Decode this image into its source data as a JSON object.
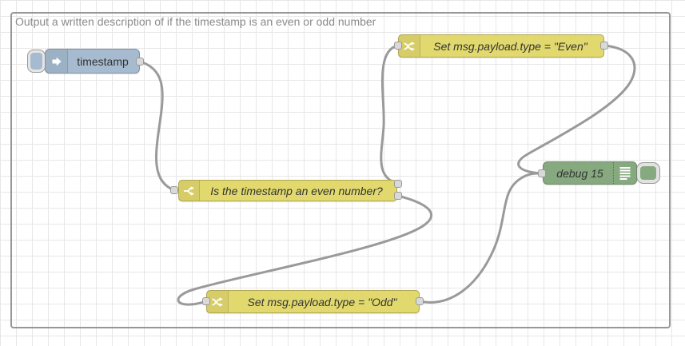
{
  "group": {
    "label": "Output a written description of if the timestamp is an even or odd number"
  },
  "nodes": {
    "inject": {
      "type": "inject",
      "label": "timestamp",
      "color": "#a6bbcf",
      "icon": "inject-arrow-icon"
    },
    "switch": {
      "type": "switch",
      "label": "Is the timestamp an even number?",
      "color": "#e2d96e",
      "icon": "switch-fork-icon",
      "outputs": 2
    },
    "change_even": {
      "type": "change",
      "label": "Set msg.payload.type = \"Even\"",
      "color": "#e2d96e",
      "icon": "change-shuffle-icon"
    },
    "change_odd": {
      "type": "change",
      "label": "Set msg.payload.type = \"Odd\"",
      "color": "#e2d96e",
      "icon": "change-shuffle-icon"
    },
    "debug": {
      "type": "debug",
      "label": "debug 15",
      "color": "#87a980",
      "icon": "debug-list-icon"
    }
  },
  "wires": [
    {
      "from": "timestamp",
      "to": "Is the timestamp an even number?"
    },
    {
      "from": "Is the timestamp an even number?:output1",
      "to": "Set msg.payload.type = \"Even\""
    },
    {
      "from": "Is the timestamp an even number?:output2",
      "to": "Set msg.payload.type = \"Odd\""
    },
    {
      "from": "Set msg.payload.type = \"Even\"",
      "to": "debug 15"
    },
    {
      "from": "Set msg.payload.type = \"Odd\"",
      "to": "debug 15"
    }
  ],
  "colors": {
    "wire": "#9a9a9a",
    "port_fill": "#d9d9d9",
    "port_border": "#999999",
    "grid_line": "#e7e7e7",
    "canvas_bg": "#ffffff",
    "group_border": "#979797",
    "group_label": "#8a8a8a",
    "node_text": "#333333"
  }
}
